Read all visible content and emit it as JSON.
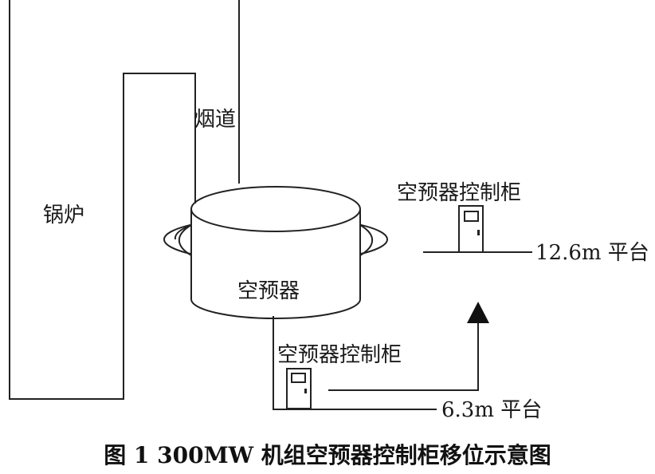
{
  "labels": {
    "boiler": "锅炉",
    "flue": "烟道",
    "air_preheater": "空预器",
    "cabinet_top": "空预器控制柜",
    "platform_top": "12.6m 平台",
    "cabinet_bottom": "空预器控制柜",
    "platform_bottom": "6.3m 平台"
  },
  "caption": "图 1   300MW 机组空预器控制柜移位示意图"
}
